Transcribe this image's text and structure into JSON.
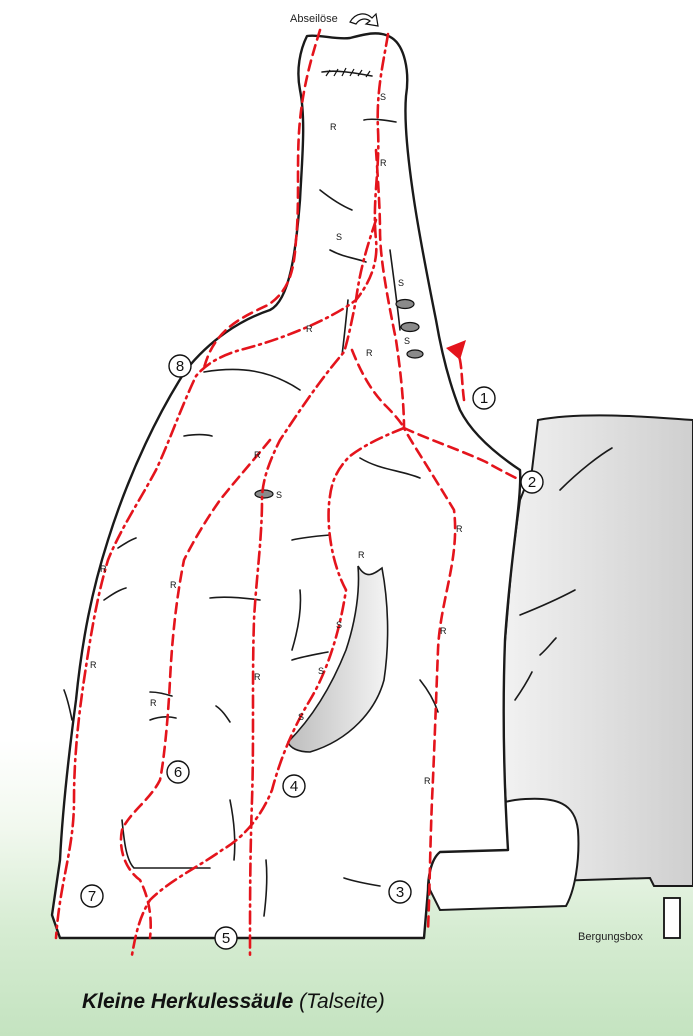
{
  "title": "Kleine Herkulessäule",
  "subtitle": "(Talseite)",
  "labels": {
    "rappel_anchor": "Abseilöse",
    "rescue_box": "Bergungsbox"
  },
  "routes": [
    "1",
    "2",
    "3",
    "4",
    "5",
    "6",
    "7",
    "8"
  ],
  "marks": {
    "ring": "R",
    "sling": "S"
  },
  "colors": {
    "route": "#e4141c",
    "rock_outline": "#1a1a1a",
    "meadow": "#c4e3c0",
    "neighbor_rock": "#e6e6e6"
  }
}
